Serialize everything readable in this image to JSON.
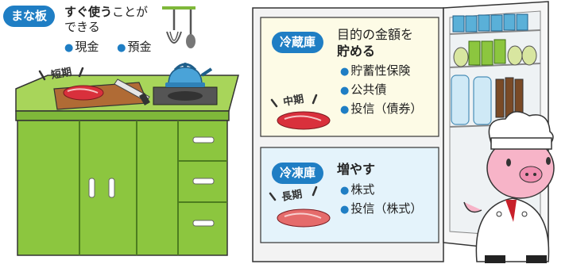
{
  "sections": {
    "cutting_board": {
      "tag": "まな板",
      "headline_strong": "すぐ使う",
      "headline_rest": "ことが",
      "headline_line2": "できる",
      "items": [
        "現金",
        "預金"
      ],
      "term": "短期"
    },
    "fridge": {
      "tag": "冷蔵庫",
      "headline_line1": "目的の金額を",
      "headline_line2": "貯める",
      "items": [
        "貯蓄性保険",
        "公共債",
        "投信（債券）"
      ],
      "term": "中期"
    },
    "freezer": {
      "tag": "冷凍庫",
      "headline": "増やす",
      "items": [
        "株式",
        "投信（株式）"
      ],
      "term": "長期"
    }
  },
  "colors": {
    "accent_blue": "#1f7ec4",
    "cabinet_green": "#8cc63f",
    "fridge_panel": "#fdfbe6",
    "freezer_panel": "#e4f3fb",
    "meat_red": "#d9303c"
  }
}
